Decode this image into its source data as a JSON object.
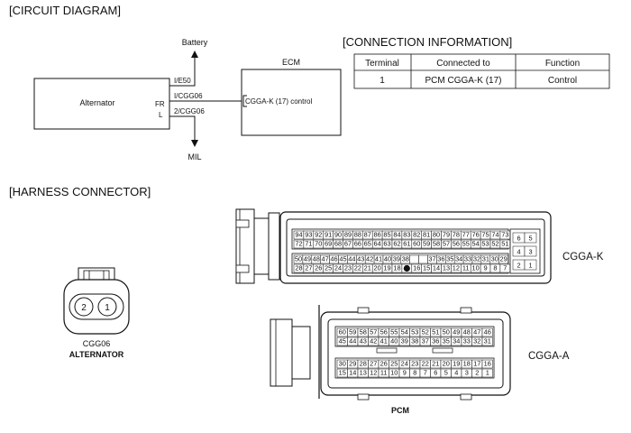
{
  "headers": {
    "circuit": "[CIRCUIT DIAGRAM]",
    "connection": "[CONNECTION INFORMATION]",
    "harness": "[HARNESS CONNECTOR]"
  },
  "circuit": {
    "battery": "Battery",
    "wire_battery": "I/E50",
    "alternator": "Alternator",
    "pin_fr": "FR",
    "pin_l": "L",
    "wire_fr": "I/CGG06",
    "wire_l": "2/CGG06",
    "mil": "MIL",
    "ecm": "ECM",
    "ecm_pin": "CGGA-K (17) control"
  },
  "table": {
    "headers": [
      "Terminal",
      "Connected to",
      "Function"
    ],
    "rows": [
      [
        "1",
        "PCM CGGA-K (17)",
        "Control"
      ]
    ]
  },
  "cggak": {
    "label": "CGGA-K",
    "row1": [
      "94",
      "93",
      "92",
      "91",
      "90",
      "89",
      "88",
      "87",
      "86",
      "85",
      "84",
      "83",
      "82",
      "81",
      "80",
      "79",
      "78",
      "77",
      "76",
      "75",
      "74",
      "73"
    ],
    "row2": [
      "72",
      "71",
      "70",
      "69",
      "68",
      "67",
      "66",
      "65",
      "64",
      "63",
      "62",
      "61",
      "60",
      "59",
      "58",
      "57",
      "56",
      "55",
      "54",
      "53",
      "52",
      "51"
    ],
    "row3": [
      "50",
      "49",
      "48",
      "47",
      "46",
      "45",
      "44",
      "43",
      "42",
      "41",
      "40",
      "39",
      "38",
      "",
      "",
      "37",
      "36",
      "35",
      "34",
      "33",
      "32",
      "31",
      "30",
      "29"
    ],
    "row4": [
      "28",
      "27",
      "26",
      "25",
      "24",
      "23",
      "22",
      "21",
      "20",
      "19",
      "18",
      "●",
      "16",
      "15",
      "14",
      "13",
      "12",
      "11",
      "10",
      "9",
      "8",
      "7"
    ],
    "side": [
      [
        "6",
        "5"
      ],
      [
        "4",
        "3"
      ],
      [
        "2",
        "1"
      ]
    ]
  },
  "cggaa": {
    "label": "CGGA-A",
    "row1": [
      "60",
      "59",
      "58",
      "57",
      "56",
      "55",
      "54",
      "53",
      "52",
      "51",
      "50",
      "49",
      "48",
      "47",
      "46"
    ],
    "row2": [
      "45",
      "44",
      "43",
      "42",
      "41",
      "40",
      "39",
      "38",
      "37",
      "36",
      "35",
      "34",
      "33",
      "32",
      "31"
    ],
    "row3": [
      "30",
      "29",
      "28",
      "27",
      "26",
      "25",
      "24",
      "23",
      "22",
      "21",
      "20",
      "19",
      "18",
      "17",
      "16"
    ],
    "row4": [
      "15",
      "14",
      "13",
      "12",
      "11",
      "10",
      "9",
      "8",
      "7",
      "6",
      "5",
      "4",
      "3",
      "2",
      "1"
    ]
  },
  "alt_connector": {
    "pins": [
      "2",
      "1"
    ],
    "code": "CGG06",
    "name": "ALTERNATOR"
  },
  "pcm_label": "PCM"
}
